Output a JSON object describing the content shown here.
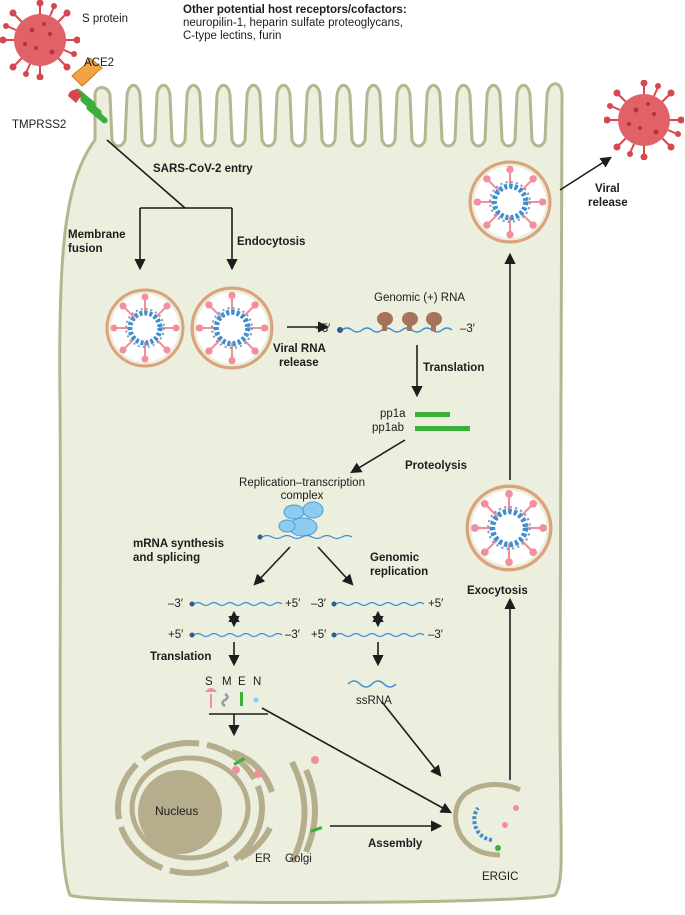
{
  "colors": {
    "cell_fill": "#eceede",
    "cell_stroke": "#b5b58f",
    "virus_red": "#d8464e",
    "envelope_orange": "#d9a37b",
    "rna_blue": "#3e8ed0",
    "spike_pink": "#f28f9c",
    "tmprss2_green": "#3cae3c",
    "ace2_orange": "#f2a444",
    "nucleus": "#b6ad8d",
    "protein_brown": "#a3745a",
    "rtc_blue": "#8dcbf0"
  },
  "labels": {
    "s_protein": "S protein",
    "ace2": "ACE2",
    "tmprss2": "TMPRSS2",
    "cofactors_title": "Other potential host receptors/cofactors:",
    "cofactors_line1": "neuropilin-1, heparin sulfate proteoglycans,",
    "cofactors_line2": "C-type lectins, furin",
    "entry": "SARS-CoV-2 entry",
    "membrane1": "Membrane",
    "membrane2": "fusion",
    "endocytosis": "Endocytosis",
    "viral_rna1": "Viral RNA",
    "viral_rna2": "release",
    "genomic_rna": "Genomic (+) RNA",
    "plus5": "+5′",
    "minus3": "–3′",
    "translation": "Translation",
    "pp1a": "pp1a",
    "pp1ab": "pp1ab",
    "proteolysis": "Proteolysis",
    "rtc1": "Replication–transcription",
    "rtc2": "complex",
    "mrna1": "mRNA synthesis",
    "mrna2": "and splicing",
    "genomic_repl1": "Genomic",
    "genomic_repl2": "replication",
    "l_minus3": "–3′",
    "l_plus5": "+5′",
    "l_plus5b": "+5′",
    "l_minus3b": "–3′",
    "r_minus3": "–3′",
    "r_plus5": "+5′",
    "r_plus5b": "+5′",
    "r_minus3b": "–3′",
    "translation2": "Translation",
    "s": "S",
    "m": "M",
    "e": "E",
    "n": "N",
    "ssrna": "ssRNA",
    "nucleus": "Nucleus",
    "er": "ER",
    "golgi": "Golgi",
    "assembly": "Assembly",
    "ergic": "ERGIC",
    "exocytosis": "Exocytosis",
    "viral_release1": "Viral",
    "viral_release2": "release"
  }
}
